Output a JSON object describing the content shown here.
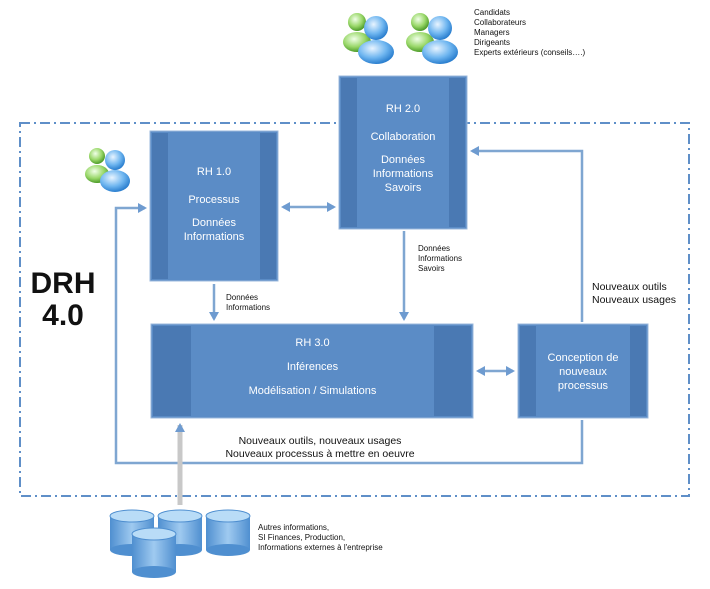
{
  "title": {
    "line1": "DRH",
    "line2": "4.0"
  },
  "actors": [
    "Candidats",
    "Collaborateurs",
    "Managers",
    "Dirigeants",
    "Experts extérieurs (conseils….)"
  ],
  "boxes": {
    "rh1": {
      "title": "RH 1.0",
      "subtitle": "Processus",
      "line1": "Données",
      "line2": "Informations"
    },
    "rh2": {
      "title": "RH 2.0",
      "subtitle": "Collaboration",
      "line1": "Données",
      "line2": "Informations",
      "line3": "Savoirs"
    },
    "rh3": {
      "title": "RH 3.0",
      "subtitle": "Inférences",
      "line1": "Modélisation / Simulations"
    },
    "conception": {
      "line1": "Conception de",
      "line2": "nouveaux",
      "line3": "processus"
    }
  },
  "edge_labels": {
    "rh1_rh3": [
      "Données",
      "Informations"
    ],
    "rh2_rh3": [
      "Données",
      "Informations",
      "Savoirs"
    ],
    "conception_rh2": [
      "Nouveaux outils",
      "Nouveaux usages"
    ],
    "bottom_loop": [
      "Nouveaux outils, nouveaux usages",
      "Nouveaux processus à mettre en oeuvre"
    ]
  },
  "sources": [
    "Autres informations,",
    "SI Finances, Production,",
    "Informations externes à l'entreprise"
  ],
  "colors": {
    "box": "#5b8cc6",
    "box_stripe": "#4a79b3",
    "arrow": "#7fa6d1",
    "border": "#5f8fc8",
    "db": "#6fa8dc"
  }
}
